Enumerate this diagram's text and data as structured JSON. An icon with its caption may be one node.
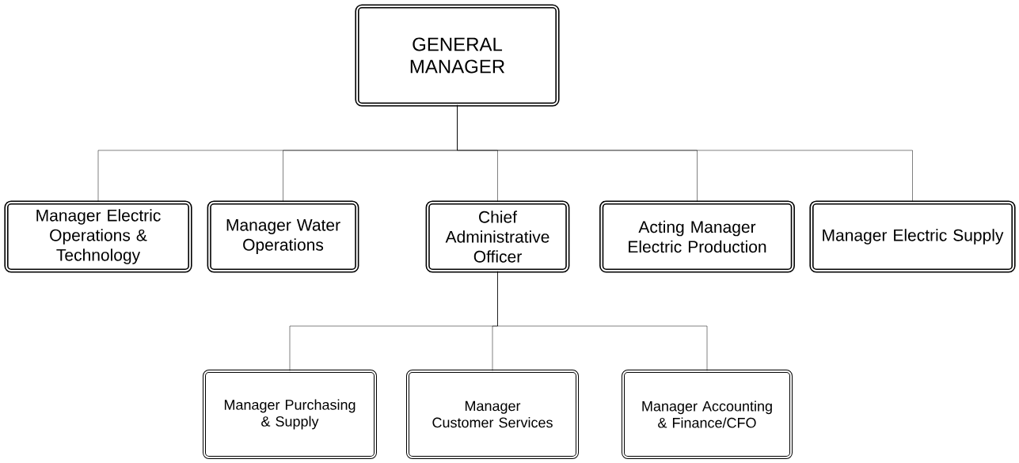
{
  "diagram": {
    "nodes": [
      {
        "text": [
          "GENERAL MANAGER"
        ]
      },
      {
        "text": [
          "Manager Electric Operations & Technology"
        ]
      },
      {
        "text": [
          "Manager Water Operations"
        ]
      },
      {
        "text": [
          "Chief Administrative Officer"
        ]
      },
      {
        "text": [
          "Acting Manager Electric Production"
        ]
      },
      {
        "text": [
          "Manager Electric Supply"
        ]
      },
      {
        "text": [
          "Manager Purchasing & Supply"
        ]
      },
      {
        "text": [
          "Manager Customer Services"
        ]
      },
      {
        "text": [
          "Manager Accounting & Finance/CFO"
        ]
      }
    ],
    "edges": [
      {
        "from": 0,
        "to": 1,
        "arrow": "none"
      },
      {
        "from": 0,
        "to": 2,
        "arrow": "none"
      },
      {
        "from": 0,
        "to": 3,
        "arrow": "none"
      },
      {
        "from": 0,
        "to": 4,
        "arrow": "none"
      },
      {
        "from": 0,
        "to": 5,
        "arrow": "none"
      },
      {
        "from": 3,
        "to": 6,
        "arrow": "none"
      },
      {
        "from": 3,
        "to": 7,
        "arrow": "none"
      },
      {
        "from": 3,
        "to": 8,
        "arrow": "none"
      }
    ]
  }
}
